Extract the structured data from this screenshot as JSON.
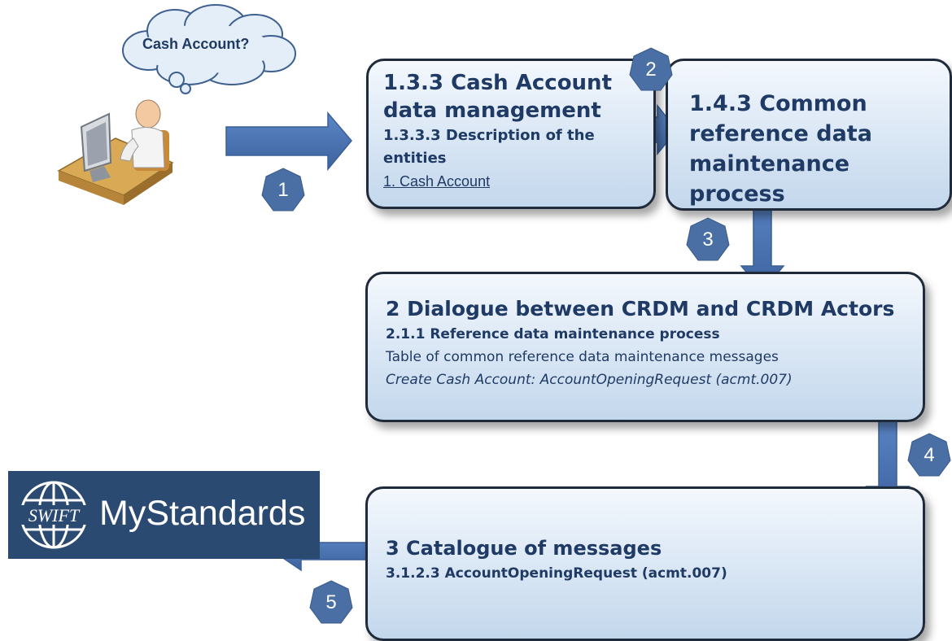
{
  "thought_cloud": {
    "text": "Cash Account?"
  },
  "boxes": {
    "box1": {
      "title": "1.3.3 Cash Account data management",
      "subtitle": "1.3.3.3 Description of the entities",
      "link": "1. Cash Account"
    },
    "box2": {
      "title": "1.4.3 Common reference data maintenance process"
    },
    "box3": {
      "title": "2 Dialogue between CRDM and CRDM Actors",
      "subtitle": "2.1.1 Reference data maintenance process",
      "text": "Table of common reference data maintenance messages",
      "italic": "Create Cash Account: AccountOpeningRequest (acmt.007)"
    },
    "box4": {
      "title": "3 Catalogue of messages",
      "subtitle": "3.1.2.3 AccountOpeningRequest (acmt.007)"
    }
  },
  "steps": [
    "1",
    "2",
    "3",
    "4",
    "5"
  ],
  "logo": {
    "emblem": "SWIFT",
    "wordmark": "MyStandards"
  },
  "colors": {
    "arrow": "#4a74b5",
    "step_badge": "#4a6fa5",
    "box_text": "#1f3a64",
    "logo_bg": "#2b4a72"
  },
  "icons": {
    "user": "person-at-computer-icon",
    "cloud": "thought-cloud-icon"
  }
}
